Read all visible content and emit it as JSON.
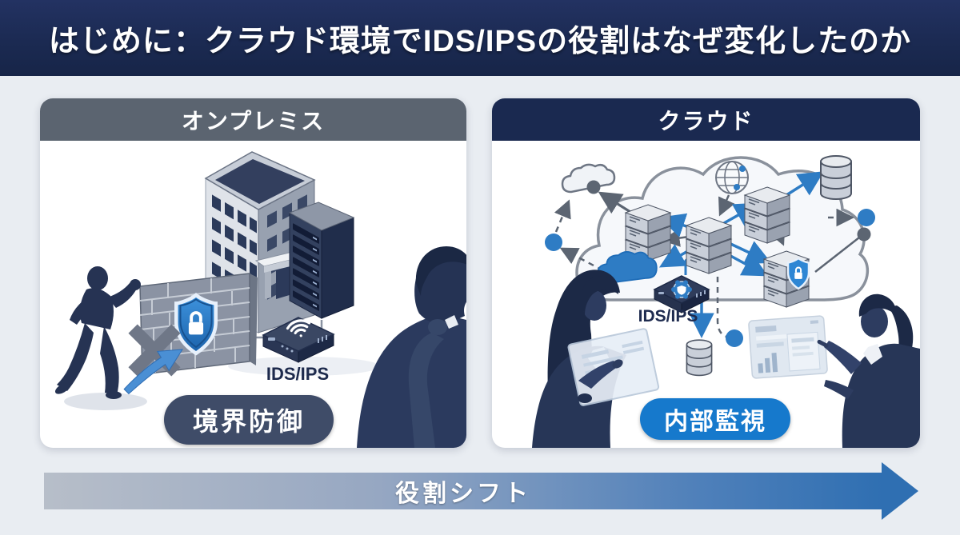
{
  "header": {
    "title": "はじめに：クラウド環境でIDS/IPSの役割はなぜ変化したのか"
  },
  "panels": {
    "left": {
      "title": "オンプレミス",
      "device_label": "IDS/IPS",
      "badge": "境界防御",
      "icons": [
        "office-building-icon",
        "server-rack-icon",
        "firewall-wall-icon",
        "shield-lock-icon",
        "intruder-icon",
        "blocked-x-icon",
        "attack-arrow-icon",
        "ids-ips-appliance-icon",
        "wifi-icon",
        "thinking-admin-icon"
      ]
    },
    "right": {
      "title": "クラウド",
      "device_label": "IDS/IPS",
      "badge": "内部監視",
      "icons": [
        "cloud-outline-icon",
        "external-cloud-icon",
        "globe-icon",
        "server-stack-icon",
        "shield-lock-icon",
        "ids-ips-virtual-appliance-icon",
        "gear-icon",
        "database-icon",
        "log-database-icon",
        "monitoring-dashboard-icon",
        "analyst-with-tablet-icon",
        "analyst-pointing-icon",
        "ingress-egress-dots"
      ]
    }
  },
  "footer": {
    "arrow_label": "役割シフト"
  },
  "colors": {
    "page_bg": "#e9edf2",
    "header_bg": "#1b2a52",
    "onprem_header_bg": "#5b6470",
    "cloud_header_bg": "#1a2950",
    "perimeter_badge_bg": "#3f4c68",
    "internal_badge_bg": "#1679cc",
    "accent_blue": "#2e7cc4",
    "illustration_navy": "#273657",
    "arrow_gradient_start": "#b7bec9",
    "arrow_gradient_end": "#2f6fb2"
  }
}
